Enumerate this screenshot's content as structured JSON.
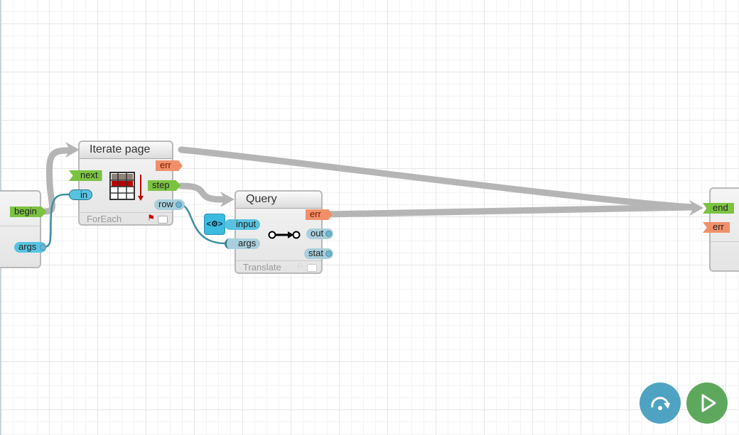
{
  "begin_node": {
    "ports": {
      "begin": "begin",
      "args": "args"
    }
  },
  "foreach_node": {
    "title": "Iterate page",
    "footer": "ForEach",
    "icon": "table-iterate-icon",
    "ports": {
      "next": "next",
      "in": "in",
      "err": "err",
      "step": "step",
      "row": "row"
    }
  },
  "query_node": {
    "title": "Query",
    "footer": "Translate",
    "icon": "pipe-icon",
    "ports": {
      "input": "input",
      "args": "args",
      "err": "err",
      "out": "out",
      "stat": "stat"
    }
  },
  "end_node": {
    "ports": {
      "end": "end",
      "err": "err"
    }
  },
  "controls": {
    "step": "step-over-icon",
    "run": "play-icon"
  },
  "colors": {
    "exec": "#7cc242",
    "error": "#f0906a",
    "data": "#57c3e0",
    "wire": "#b5b5b5",
    "data_wire": "#3a8fa0",
    "step_btn": "#4fa3c2",
    "run_btn": "#5ea85e"
  }
}
